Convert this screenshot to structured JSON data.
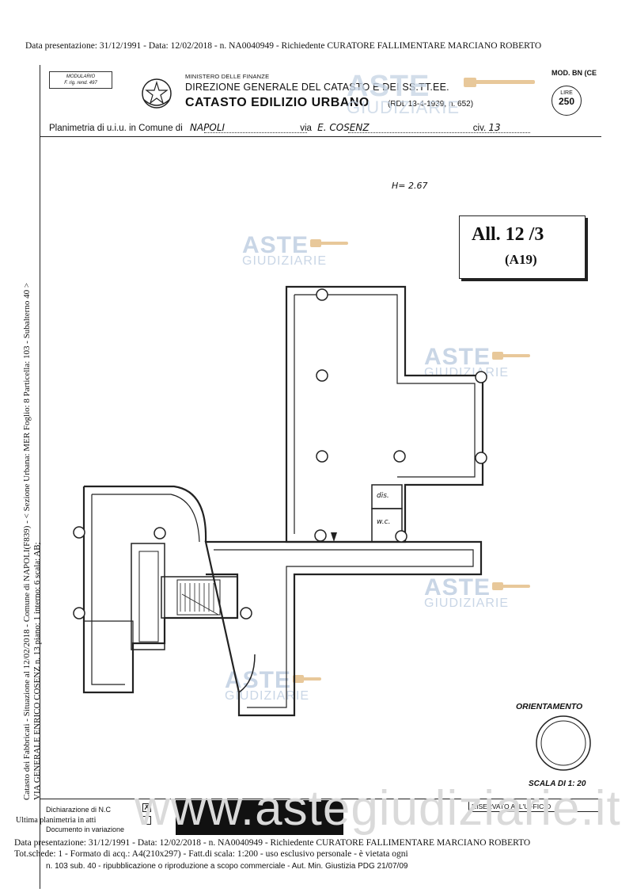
{
  "header": {
    "top_line": "Data presentazione: 31/12/1991 - Data: 12/02/2018 - n. NA0040949 - Richiedente CURATORE FALLIMENTARE MARCIANO ROBERTO"
  },
  "form": {
    "modulario": "MODULARIO",
    "modulario_sub": "F. rig. rend. 497",
    "ministero": "MINISTERO DELLE FINANZE",
    "direzione": "DIREZIONE GENERALE DEL CATASTO E DEI SS.TT.EE.",
    "catasto": "CATASTO EDILIZIO URBANO",
    "rdl": "(RDL 13-4-1939, n. 652)",
    "mod": "MOD. BN (CE",
    "lire_label": "LIRE",
    "lire_value": "250",
    "planimetria_prefix": "Planimetria di u.i.u. in Comune di",
    "comune": "NAPOLI",
    "via_label": "via",
    "via": "E. COSENZ",
    "civ_label": "civ.",
    "civ": "13"
  },
  "side_text": {
    "line1": "Catasto dei Fabbricati - Situazione al 12/02/2018 - Comune di NAPOLI(F839) - < Sezione Urbana: MER Foglio: 8 Particella: 103 - Subalterno 40 >",
    "line2": "VIA GENERALE ENRICO COSENZ n. 13 piano: 1 interno: 6 scala: AB;"
  },
  "plan": {
    "height_note": "H= 2.67",
    "attachment_main": "All. 12 /3",
    "attachment_sub": "(A19)",
    "room_dis": "dis.",
    "room_wc": "w.c.",
    "orientamento": "ORIENTAMENTO",
    "scala": "SCALA DI 1: 20"
  },
  "watermarks": {
    "aste": "ASTE",
    "giudiziarie": "GIUDIZIARIE",
    "site": "www.astegiudiziarie.it"
  },
  "footer": {
    "dichiarazione": "Dichiarazione di N.C",
    "ultima": "Ultima planimetria in atti",
    "documento": "Documento in variazione",
    "riservato": "RISERVATO ALL'UFFICIO",
    "line1": "Data presentazione: 31/12/1991 - Data: 12/02/2018 - n. NA0040949 - Richiedente CURATORE FALLIMENTARE MARCIANO ROBERTO",
    "line2": "Tot.schede: 1 - Formato di acq.: A4(210x297) - Fatt.di scala: 1:200 - uso esclusivo personale - è vietata ogni",
    "line3": "n. 103 sub. 40 - ripubblicazione o riproduzione a scopo commerciale - Aut. Min. Giustizia PDG 21/07/09"
  },
  "colors": {
    "ink": "#222222",
    "watermark": "#c9d6e6",
    "hammer": "#e8c89a"
  }
}
